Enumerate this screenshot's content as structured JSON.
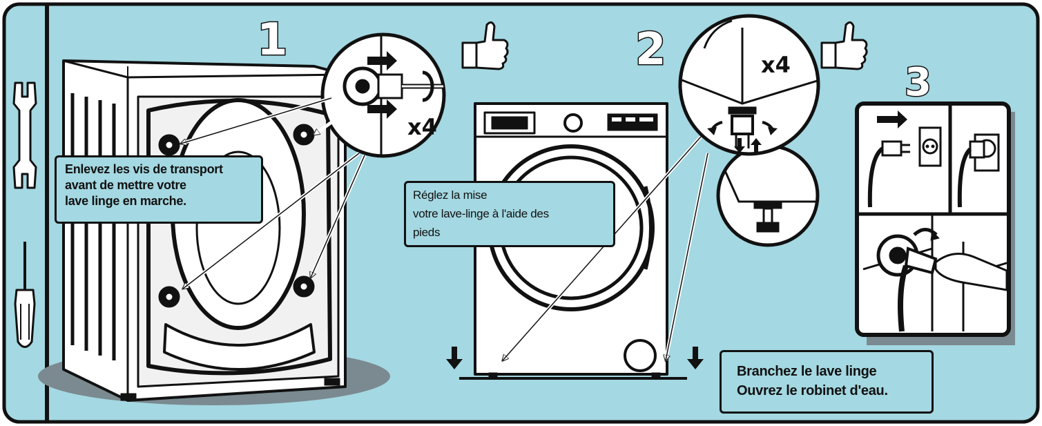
{
  "steps": [
    {
      "number": "1",
      "multiplier": "x4",
      "instruction_lines": [
        "Enlevez les vis de transport",
        "avant de mettre votre",
        "lave linge en marche."
      ]
    },
    {
      "number": "2",
      "multiplier": "x4",
      "instruction_lines": [
        "Réglez la mise",
        "votre lave-linge à l'aide des",
        "pieds"
      ]
    },
    {
      "number": "3",
      "instruction_lines": [
        "Branchez le lave linge",
        "Ouvrez le robinet d'eau."
      ]
    }
  ],
  "icons": [
    "wrench-icon",
    "screwdriver-icon",
    "thumbs-up-icon",
    "arrow-icon",
    "power-plug-icon",
    "wall-socket-icon",
    "water-tap-icon"
  ],
  "colors": {
    "background": "#a4d8e2",
    "outline": "#111111",
    "shadow": "#7a8a90",
    "paper": "#ffffff"
  }
}
